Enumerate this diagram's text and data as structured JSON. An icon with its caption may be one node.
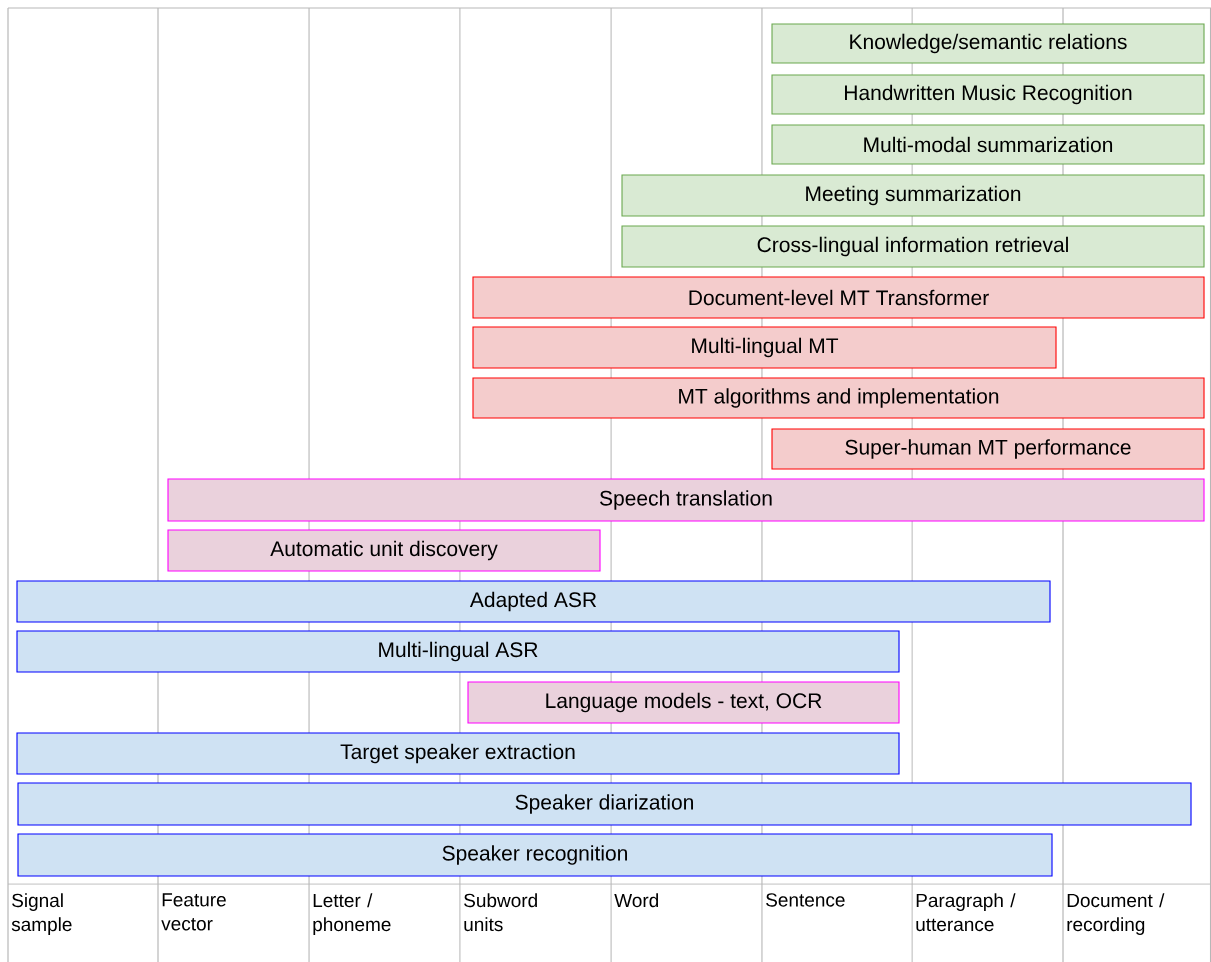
{
  "diagram": {
    "nodes": [
      {
        "text": [
          "Knowledge/semantic relations"
        ]
      },
      {
        "text": [
          "Handwritten Music Recognition"
        ]
      },
      {
        "text": [
          "Multi-modal summarization"
        ]
      },
      {
        "text": [
          "Meeting summarization"
        ]
      },
      {
        "text": [
          "Cross-lingual information retrieval"
        ]
      },
      {
        "text": [
          "Document-level MT Transformer"
        ]
      },
      {
        "text": [
          "Multi-lingual MT"
        ]
      },
      {
        "text": [
          "MT algorithms and implementation"
        ]
      },
      {
        "text": [
          "Super-human MT performance"
        ]
      },
      {
        "text": [
          "Speech translation"
        ]
      },
      {
        "text": [
          "Automatic unit discovery"
        ]
      },
      {
        "text": [
          "Adapted ASR"
        ]
      },
      {
        "text": [
          "Multi-lingual ASR"
        ]
      },
      {
        "text": [
          "Language models - text, OCR"
        ]
      },
      {
        "text": [
          "Target speaker extraction"
        ]
      },
      {
        "text": [
          "Speaker diarization"
        ]
      },
      {
        "text": [
          "Speaker recognition"
        ]
      }
    ],
    "labels": [
      "Signal sample",
      "Feature vector",
      "Letter / phoneme",
      "Subword units",
      "Word",
      "Sentence",
      "Paragraph / utterance",
      "Document / recording"
    ]
  }
}
